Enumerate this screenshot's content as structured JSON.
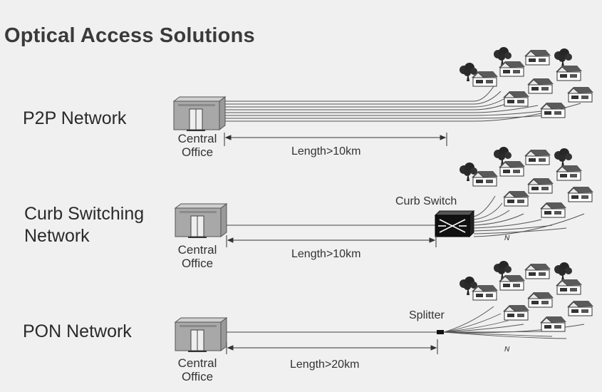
{
  "title": "Optical Access Solutions",
  "networks": [
    {
      "name": "P2P Network",
      "office_label_lines": [
        "Central",
        "Office"
      ],
      "length_label": "Length>10km"
    },
    {
      "name_lines": [
        "Curb Switching",
        "Network"
      ],
      "office_label_lines": [
        "Central",
        "Office"
      ],
      "length_label": "Length>10km",
      "device_label": "Curb Switch",
      "fanout_label": "N"
    },
    {
      "name": "PON Network",
      "office_label_lines": [
        "Central",
        "Office"
      ],
      "length_label": "Length>20km",
      "device_label": "Splitter",
      "fanout_label": "N"
    }
  ]
}
